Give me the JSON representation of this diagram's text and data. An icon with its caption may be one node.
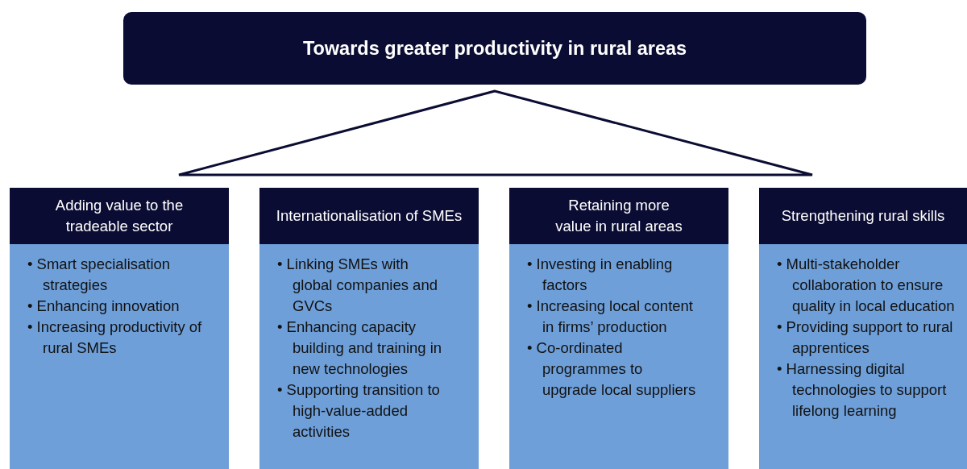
{
  "diagram": {
    "nodes": [
      {
        "text": [
          "Towards greater productivity in rural areas"
        ]
      },
      {
        "text": [],
        "shape": "triangle"
      },
      {
        "text": [
          "Adding value to the tradeable sector",
          "• Smart specialisation strategies",
          "• Enhancing innovation",
          "• Increasing productivity of rural SMEs"
        ]
      },
      {
        "text": [
          "Internationalisation of SMEs",
          "• Linking SMEs with global companies and GVCs",
          "• Enhancing capacity building and training in new technologies",
          "• Supporting transition to high-value-added activities"
        ]
      },
      {
        "text": [
          "Retaining more value in rural areas",
          "• Investing in enabling factors",
          "• Increasing local content in firms’ production",
          "• Co-ordinated programmes to upgrade local suppliers"
        ]
      },
      {
        "text": [
          "Strengthening rural skills",
          "• Multi-stakeholder collaboration to ensure quality in local education",
          "• Providing support to rural apprentices",
          "• Harnessing digital technologies to support lifelong learning"
        ]
      }
    ]
  }
}
